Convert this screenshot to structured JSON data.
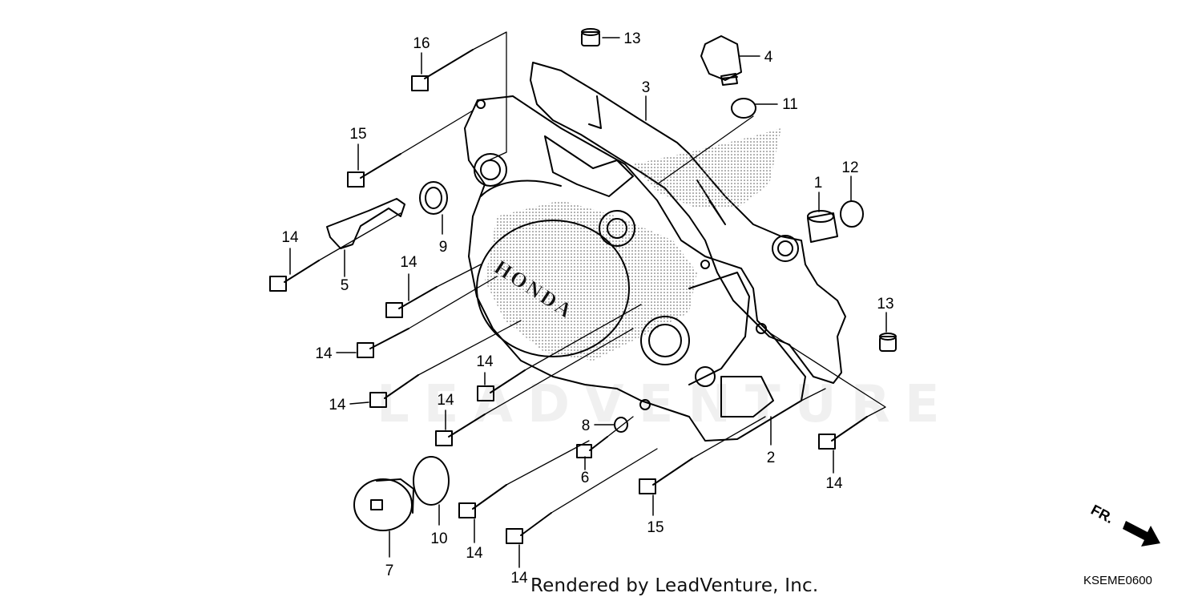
{
  "diagram": {
    "cover_logo": "HONDA",
    "footer": "Rendered by LeadVenture, Inc.",
    "diagram_code": "KSEME0600",
    "direction_label": "FR.",
    "watermark": "LEADVENTURE",
    "callouts": {
      "c1": "1",
      "c2": "2",
      "c3": "3",
      "c4": "4",
      "c5": "5",
      "c6": "6",
      "c7": "7",
      "c8": "8",
      "c9": "9",
      "c10": "10",
      "c11": "11",
      "c12": "12",
      "c13a": "13",
      "c13b": "13",
      "c14a": "14",
      "c14b": "14",
      "c14c": "14",
      "c14d": "14",
      "c14e": "14",
      "c14f": "14",
      "c14g": "14",
      "c14h": "14",
      "c14i": "14",
      "c15a": "15",
      "c15b": "15",
      "c16": "16"
    }
  }
}
